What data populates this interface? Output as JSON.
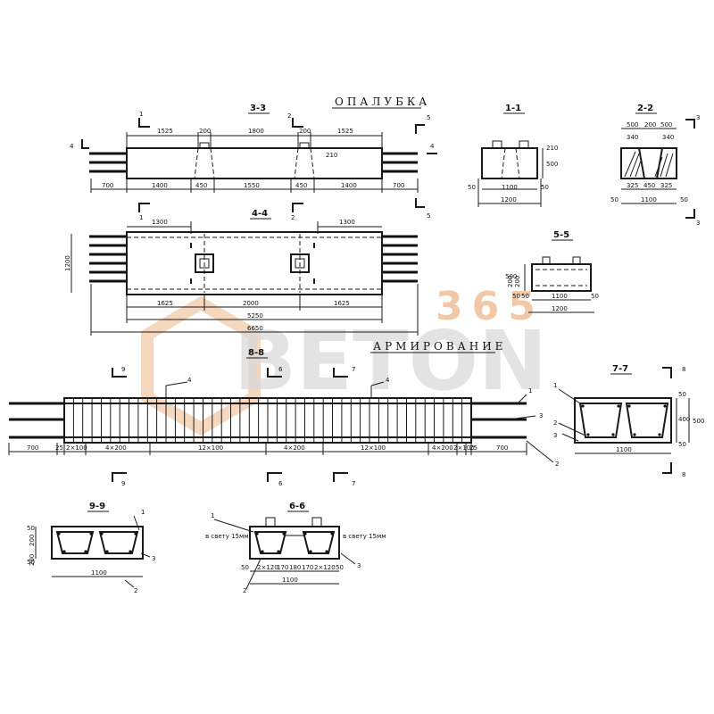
{
  "headings": {
    "formwork": "ОПАЛУБКА",
    "reinforcement": "АРМИРОВАНИЕ"
  },
  "sections": {
    "s33": "3-3",
    "s44": "4-4",
    "s11": "1-1",
    "s22": "2-2",
    "s55": "5-5",
    "s88": "8-8",
    "s77": "7-7",
    "s99": "9-9",
    "s66": "6-6"
  },
  "cut_marks": {
    "n1": "1",
    "n2": "2",
    "n3": "3",
    "n4": "4",
    "n5": "5",
    "n6": "6",
    "n7": "7",
    "n8": "8",
    "n9": "9"
  },
  "dims": {
    "s33_top": [
      "1525",
      "200",
      "1800",
      "200",
      "1525"
    ],
    "s33_bottom": [
      "700",
      "1400",
      "450",
      "1550",
      "450",
      "1400",
      "700"
    ],
    "s33_side": "210",
    "s44_top_left": "1300",
    "s44_top_right": "1300",
    "s44_side": "1200",
    "s44_row1": [
      "1625",
      "2000",
      "1625"
    ],
    "s44_row2": "5250",
    "s44_row3": "6650",
    "s11_side": [
      "500",
      "210"
    ],
    "s11_bottom": [
      "50",
      "1100",
      "50"
    ],
    "s11_total": "1200",
    "s22_top": [
      "500",
      "200",
      "500"
    ],
    "s22_inner": [
      "340",
      "340"
    ],
    "s22_bottom": [
      "50",
      "325",
      "450",
      "325",
      "50"
    ],
    "s22_total": "1100",
    "s55_side": [
      "500",
      "200",
      "200",
      "50"
    ],
    "s55_bottom": [
      "50",
      "1100",
      "50"
    ],
    "s55_total": "1200",
    "s88_bottom": [
      "700",
      "25",
      "2×100",
      "4×200",
      "12×100",
      "4×200",
      "12×100",
      "4×200",
      "2×100",
      "25",
      "700"
    ],
    "s77_side": [
      "50",
      "400",
      "50",
      "500"
    ],
    "s77_total": "1100",
    "s99_side": [
      "50",
      "200",
      "200",
      "50"
    ],
    "s99_total": "1100",
    "s66_bottom": [
      "50",
      "2×120",
      "170",
      "180",
      "170",
      "2×120",
      "50"
    ],
    "s66_total": "1100",
    "s66_note_left": "в свету 15мм",
    "s66_note_right": "в свету 15мм"
  },
  "callouts": {
    "c1": "1",
    "c2": "2",
    "c3": "3",
    "c4": "4"
  },
  "watermark": {
    "number": "365",
    "text": "BETON"
  }
}
